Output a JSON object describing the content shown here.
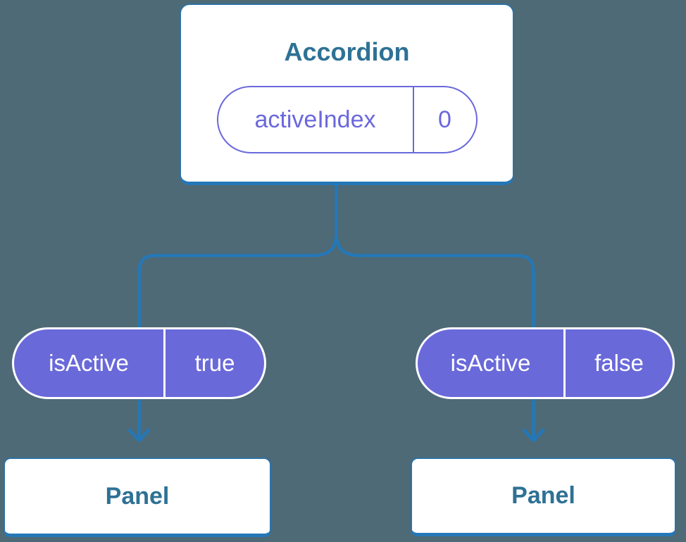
{
  "colors": {
    "background": "#4e6a76",
    "connector": "#2478b8",
    "card-border": "#2e72a6",
    "title-text": "#2e7195",
    "purple": "#6b68dd",
    "purple-fill": "#6a69da"
  },
  "root_card": {
    "title": "Accordion",
    "prop_name": "activeIndex",
    "prop_value": "0"
  },
  "children": [
    {
      "prop_name": "isActive",
      "prop_value": "true",
      "panel_title": "Panel"
    },
    {
      "prop_name": "isActive",
      "prop_value": "false",
      "panel_title": "Panel"
    }
  ]
}
